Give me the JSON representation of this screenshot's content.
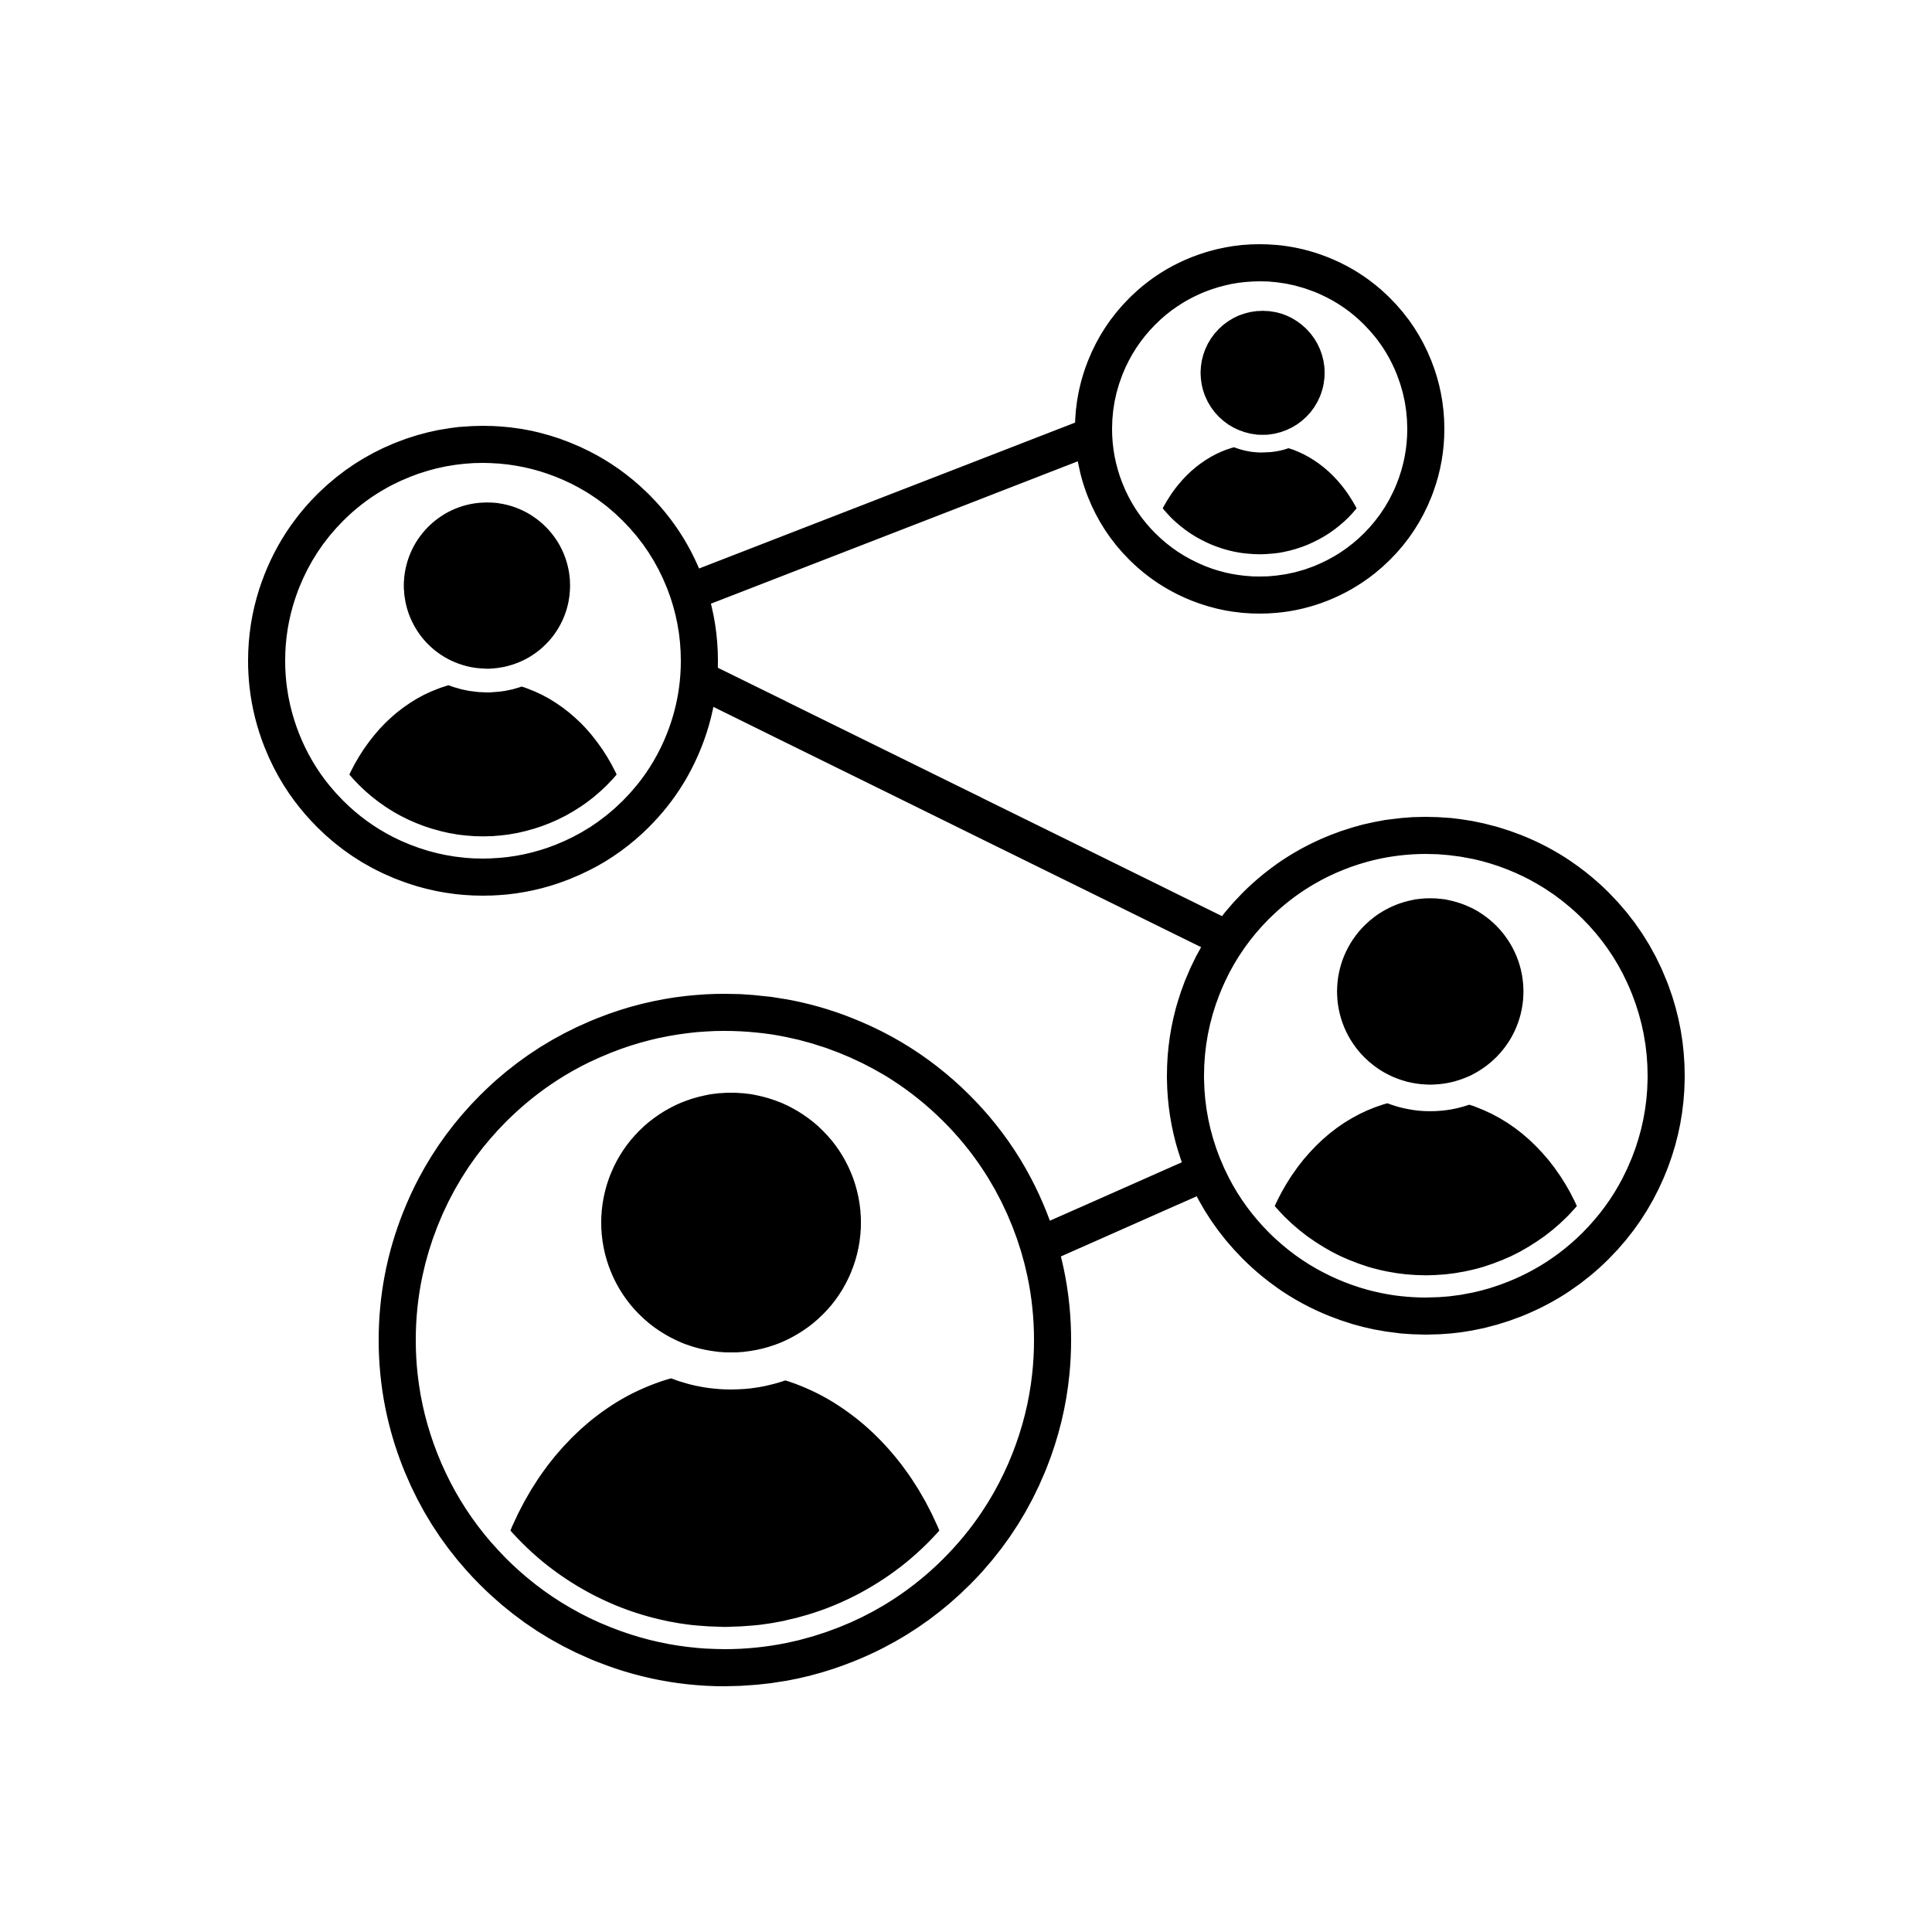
{
  "icon": "user-network-icon",
  "colors": {
    "stroke": "#000000",
    "fill": "#000000",
    "background": "#ffffff"
  },
  "nodes": [
    {
      "id": "user-top-left",
      "icon": "user-avatar-icon"
    },
    {
      "id": "user-top-right",
      "icon": "user-avatar-icon"
    },
    {
      "id": "user-middle-right",
      "icon": "user-avatar-icon"
    },
    {
      "id": "user-bottom-left",
      "icon": "user-avatar-icon"
    }
  ],
  "edges": [
    {
      "from": "user-top-left",
      "to": "user-top-right"
    },
    {
      "from": "user-top-left",
      "to": "user-middle-right"
    },
    {
      "from": "user-bottom-left",
      "to": "user-middle-right"
    }
  ]
}
